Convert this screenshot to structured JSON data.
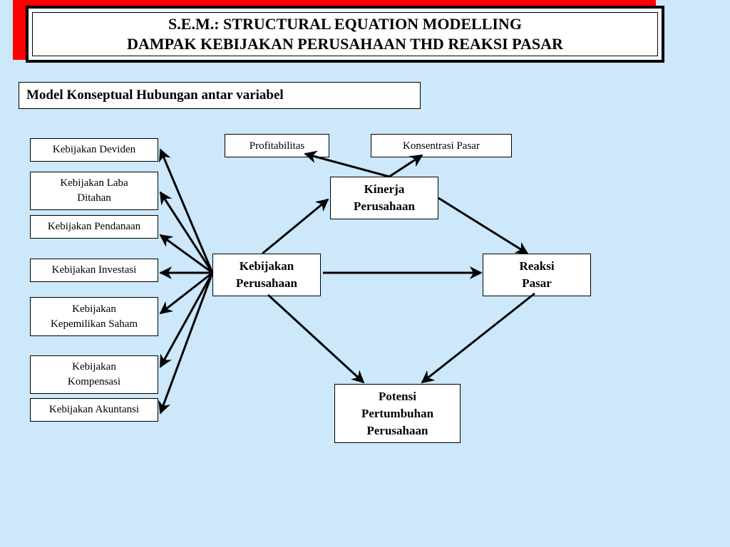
{
  "title": {
    "line1": "S.E.M.: STRUCTURAL EQUATION MODELLING",
    "line2": "DAMPAK KEBIJAKAN PERUSAHAAN THD REAKSI PASAR"
  },
  "subtitle": "Model Konseptual  Hubungan antar variabel",
  "nodes": {
    "deviden": "Kebijakan Deviden",
    "laba": "Kebijakan Laba\nDitahan",
    "pendanaan": "Kebijakan Pendanaan",
    "investasi": "Kebijakan Investasi",
    "kepemilikan": "Kebijakan\nKepemilikan Saham",
    "kompensasi": "Kebijakan\nKompensasi",
    "akuntansi": "Kebijakan Akuntansi",
    "profitabilitas": "Profitabilitas",
    "konsentrasi": "Konsentrasi Pasar",
    "kinerja": "Kinerja\nPerusahaan",
    "kebijakan": "Kebijakan\nPerusahaan",
    "reaksi": "Reaksi\nPasar",
    "potensi": "Potensi\nPertumbuhan\nPerusahaan"
  },
  "colors": {
    "background": "#cce8fa",
    "accent_band": "#ff0000",
    "box_fill": "#ffffff",
    "line": "#000000"
  }
}
